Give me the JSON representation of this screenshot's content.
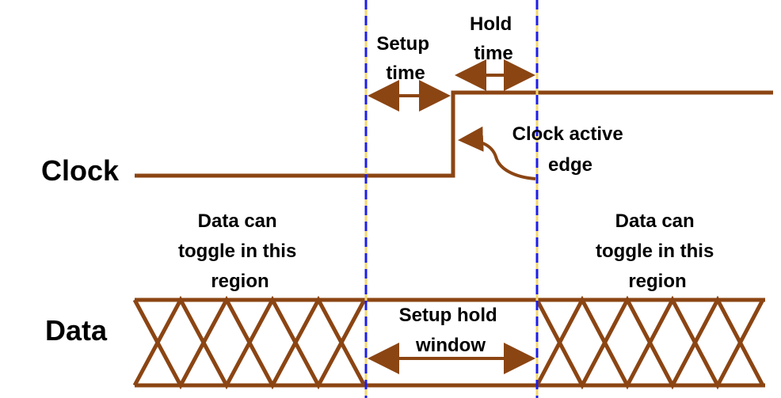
{
  "colors": {
    "waveform": "#8B4513",
    "marker": "#1E1EE6",
    "marker_alt": "#F5D76E",
    "text": "#000000",
    "background": "#FFFFFF"
  },
  "signals": {
    "clock_label": "Clock",
    "data_label": "Data"
  },
  "annotations": {
    "setup_time": [
      "Setup",
      "time"
    ],
    "hold_time": [
      "Hold",
      "time"
    ],
    "clock_active_edge": [
      "Clock active",
      "edge"
    ],
    "toggle_left": [
      "Data can",
      "toggle in this",
      "region"
    ],
    "toggle_right": [
      "Data can",
      "toggle in this",
      "region"
    ],
    "setup_hold_window": [
      "Setup hold",
      "window"
    ]
  }
}
